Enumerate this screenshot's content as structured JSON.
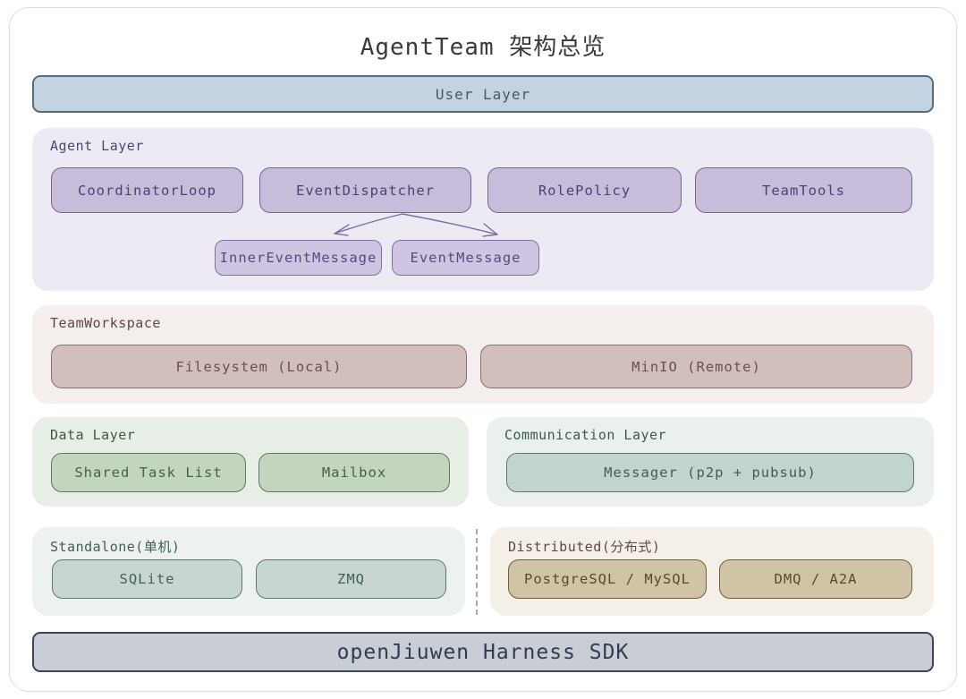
{
  "title": "AgentTeam 架构总览",
  "user_layer": {
    "label": "User Layer"
  },
  "agent_layer": {
    "label": "Agent Layer",
    "components": [
      "CoordinatorLoop",
      "EventDispatcher",
      "RolePolicy",
      "TeamTools"
    ],
    "messages": [
      "InnerEventMessage",
      "EventMessage"
    ]
  },
  "team_workspace": {
    "label": "TeamWorkspace",
    "items": [
      "Filesystem (Local)",
      "MinIO (Remote)"
    ]
  },
  "data_layer": {
    "label": "Data Layer",
    "items": [
      "Shared Task List",
      "Mailbox"
    ]
  },
  "communication_layer": {
    "label": "Communication Layer",
    "items": [
      "Messager (p2p + pubsub)"
    ]
  },
  "standalone": {
    "label": "Standalone(单机)",
    "items": [
      "SQLite",
      "ZMQ"
    ]
  },
  "distributed": {
    "label": "Distributed(分布式)",
    "items": [
      "PostgreSQL / MySQL",
      "DMQ / A2A"
    ]
  },
  "sdk_bar": {
    "label": "openJiuwen Harness SDK"
  },
  "palette": {
    "user_layer_fill": "#c4d3e1",
    "agent_section_bg": "#edeaf4",
    "agent_box_fill": "#c8bcdb",
    "workspace_section_bg": "#f4eeed",
    "workspace_box_fill": "#d3bebe",
    "data_section_bg": "#e8efe7",
    "data_box_fill": "#c3d5bf",
    "comm_box_fill": "#c3d4cd",
    "standalone_box_fill": "#c8d5d1",
    "distributed_section_bg": "#f4f0e8",
    "distributed_box_fill": "#cfc4a6",
    "sdk_fill": "#c9cdd6",
    "arrow": "#7d6fa0"
  }
}
